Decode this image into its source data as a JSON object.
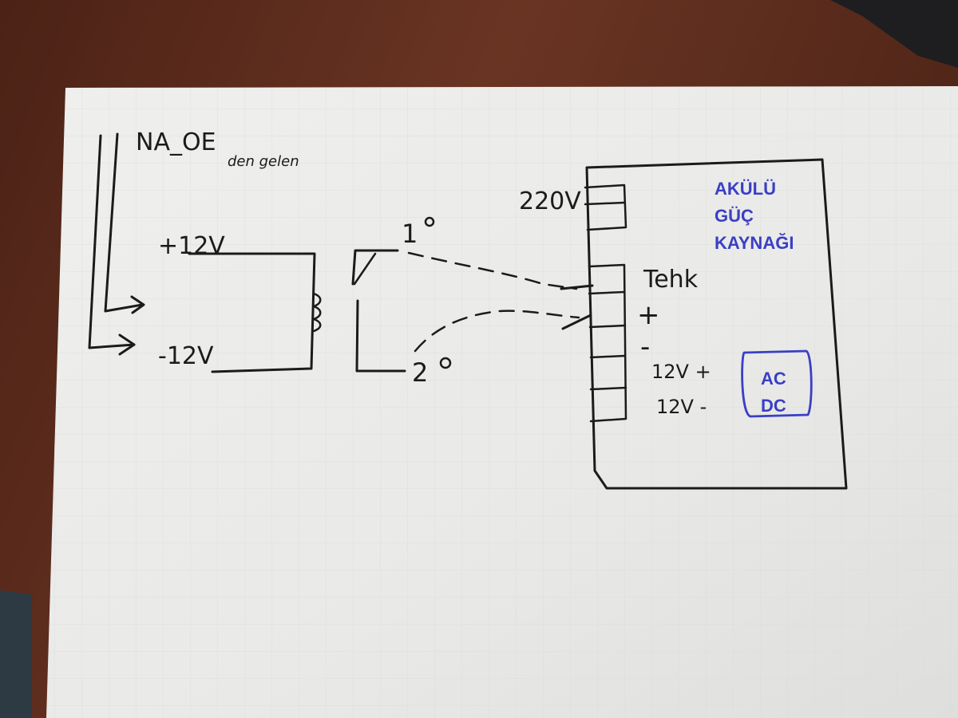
{
  "colors": {
    "table": "#5a2a1c",
    "paper": "#eeeeec",
    "ink": "#1b1b1b",
    "annotation": "#3a3fc4"
  },
  "diagram": {
    "source_label": "NA_OE",
    "source_sublabel": "den gelen",
    "coil_plus": "+12V",
    "coil_minus": "-12V",
    "contact_1": "1",
    "contact_2": "2",
    "mains_label": "220V",
    "terminal_labels": [
      "Tehk",
      "+",
      "-",
      "12V +",
      "12V -"
    ],
    "psu_title_lines": [
      "AKÜLÜ",
      "GÜÇ",
      "KAYNAĞI"
    ],
    "acdc_lines": [
      "AC",
      "DC"
    ]
  }
}
